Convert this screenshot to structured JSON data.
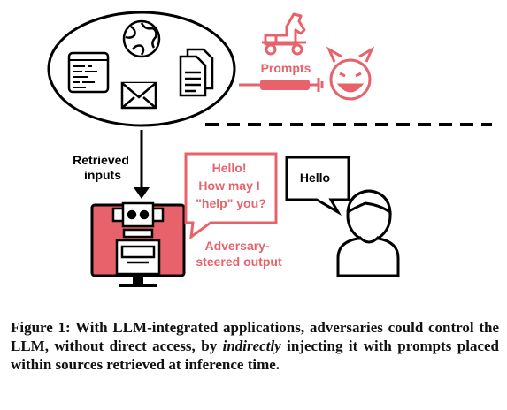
{
  "diagram": {
    "prompts_label": "Prompts",
    "retrieved_label_line1": "Retrieved",
    "retrieved_label_line2": "inputs",
    "adversary_bubble": [
      "Hello!",
      "How may I",
      "\"help\" you?"
    ],
    "steered_label": [
      "Adversary-",
      "steered output"
    ],
    "user_bubble": "Hello",
    "colors": {
      "accent": "#e8626b",
      "accent_light": "#f5a0a6",
      "ink": "#000000"
    },
    "icons": [
      "terminal-icon",
      "globe-icon",
      "documents-icon",
      "email-icon",
      "trojan-horse-icon",
      "syringe-icon",
      "devil-icon",
      "robot-icon",
      "monitor-icon",
      "user-icon"
    ]
  },
  "caption": {
    "part1": "Figure 1: With LLM-integrated applications, adversaries could control the LLM, without direct access, by ",
    "emph": "indirectly",
    "part2": " injecting it with prompts placed within sources retrieved at inference time."
  }
}
